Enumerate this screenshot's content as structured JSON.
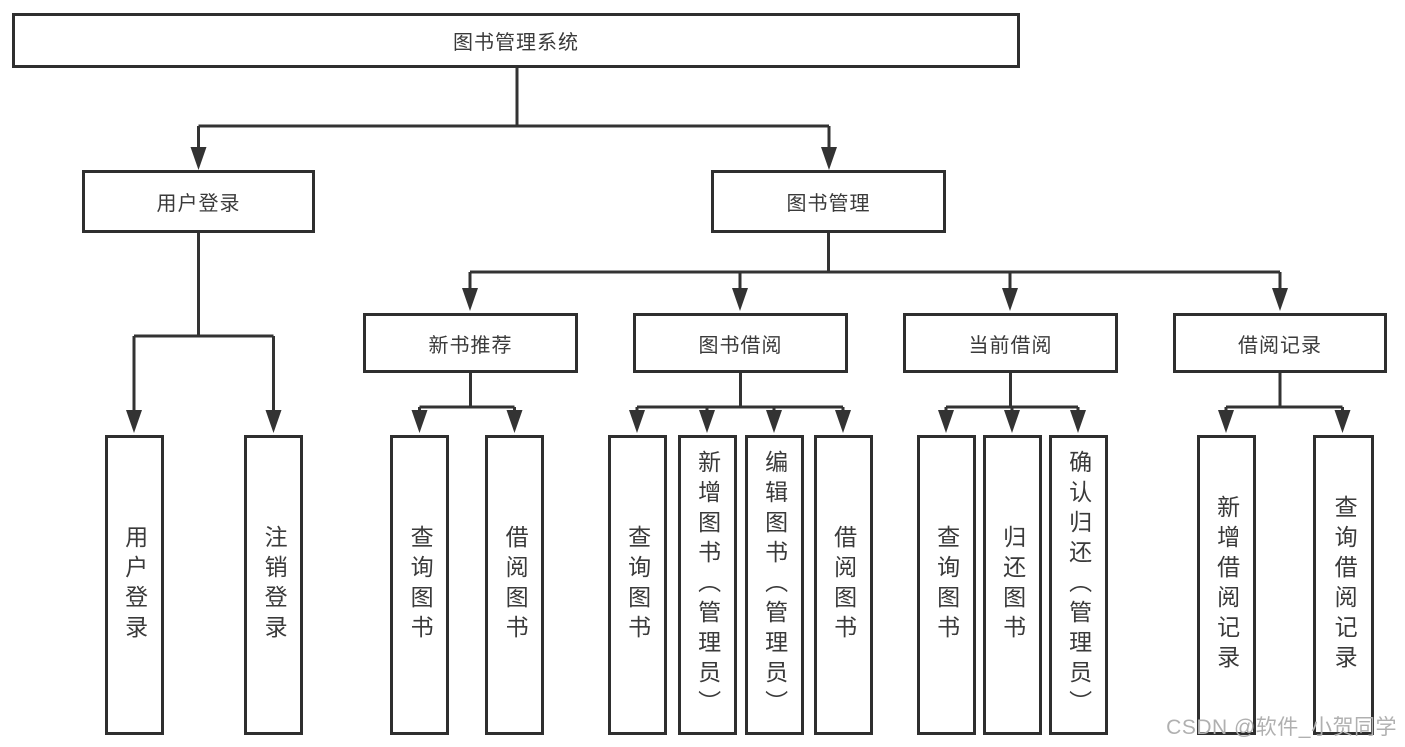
{
  "tree": {
    "root": "图书管理系统",
    "branches": [
      {
        "label": "用户登录",
        "children": [
          {
            "label": "用户登录"
          },
          {
            "label": "注销登录"
          }
        ]
      },
      {
        "label": "图书管理",
        "children": [
          {
            "label": "新书推荐",
            "children": [
              {
                "label": "查询图书"
              },
              {
                "label": "借阅图书"
              }
            ]
          },
          {
            "label": "图书借阅",
            "children": [
              {
                "label": "查询图书"
              },
              {
                "label": "新增图书（管理员）"
              },
              {
                "label": "编辑图书（管理员）"
              },
              {
                "label": "借阅图书"
              }
            ]
          },
          {
            "label": "当前借阅",
            "children": [
              {
                "label": "查询图书"
              },
              {
                "label": "归还图书"
              },
              {
                "label": "确认归还（管理员）"
              }
            ]
          },
          {
            "label": "借阅记录",
            "children": [
              {
                "label": "新增借阅记录"
              },
              {
                "label": "查询借阅记录"
              }
            ]
          }
        ]
      }
    ]
  },
  "watermark": {
    "text": "CSDN @软件_小贺同学"
  },
  "colors": {
    "line": "#333333",
    "border": "#2f2f2f",
    "text": "#3a3a3a",
    "watermark": "#b0b0b0",
    "background": "#ffffff"
  }
}
